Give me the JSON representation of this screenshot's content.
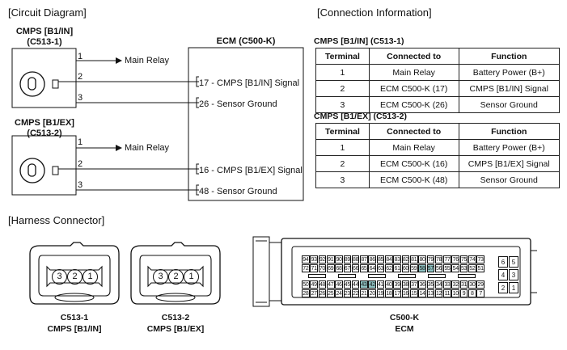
{
  "sections": {
    "circuit_title": "[Circuit Diagram]",
    "connection_title": "[Connection Information]",
    "harness_title": "[Harness Connector]"
  },
  "circuit": {
    "sensor1": {
      "name": "CMPS [B1/IN]",
      "code": "(C513-1)"
    },
    "sensor2": {
      "name": "CMPS [B1/EX]",
      "code": "(C513-2)"
    },
    "ecm_title": "ECM (C500-K)",
    "pin1": "1",
    "pin2": "2",
    "pin3": "3",
    "main_relay": "Main Relay",
    "ecm_in_signal": "17 - CMPS [B1/IN] Signal",
    "ecm_in_ground": "26 - Sensor Ground",
    "ecm_ex_signal": "16 - CMPS [B1/EX] Signal",
    "ecm_ex_ground": "48 - Sensor Ground"
  },
  "connection": {
    "table1_title": "CMPS [B1/IN] (C513-1)",
    "table2_title": "CMPS [B1/EX] (C513-2)",
    "headers": [
      "Terminal",
      "Connected to",
      "Function"
    ],
    "table1_rows": [
      [
        "1",
        "Main Relay",
        "Battery Power (B+)"
      ],
      [
        "2",
        "ECM C500-K (17)",
        "CMPS [B1/IN] Signal"
      ],
      [
        "3",
        "ECM C500-K (26)",
        "Sensor Ground"
      ]
    ],
    "table2_rows": [
      [
        "1",
        "Main Relay",
        "Battery Power (B+)"
      ],
      [
        "2",
        "ECM C500-K (16)",
        "CMPS [B1/EX] Signal"
      ],
      [
        "3",
        "ECM C500-K (48)",
        "Sensor Ground"
      ]
    ]
  },
  "harness": {
    "c513_1": {
      "code": "C513-1",
      "name": "CMPS [B1/IN]",
      "pins": [
        "3",
        "2",
        "1"
      ]
    },
    "c513_2": {
      "code": "C513-2",
      "name": "CMPS [B1/EX]",
      "pins": [
        "3",
        "2",
        "1"
      ]
    },
    "c500": {
      "code": "C500-K",
      "name": "ECM",
      "row1": [
        "94",
        "93",
        "92",
        "91",
        "90",
        "89",
        "88",
        "87",
        "86",
        "85",
        "84",
        "83",
        "82",
        "81",
        "80",
        "79",
        "78",
        "77",
        "76",
        "75",
        "74",
        "73"
      ],
      "row2": [
        "72",
        "71",
        "70",
        "69",
        "68",
        "67",
        "66",
        "65",
        "64",
        "63",
        "62",
        "61",
        "60",
        "59",
        "58",
        "57",
        "56",
        "55",
        "54",
        "53",
        "52",
        "51"
      ],
      "row3": [
        "50",
        "49",
        "48",
        "47",
        "46",
        "45",
        "44",
        "43",
        "42",
        "41",
        "40",
        "39",
        "38",
        "37",
        "36",
        "35",
        "34",
        "33",
        "32",
        "31",
        "30",
        "29"
      ],
      "row4": [
        "28",
        "27",
        "26",
        "25",
        "24",
        "23",
        "22",
        "21",
        "20",
        "19",
        "18",
        "17",
        "16",
        "15",
        "14",
        "13",
        "12",
        "11",
        "10",
        "9",
        "8",
        "7"
      ],
      "side_pins": [
        [
          "6",
          "5"
        ],
        [
          "4",
          "3"
        ],
        [
          "2",
          "1"
        ]
      ],
      "highlighted": [
        "58",
        "57",
        "43",
        "42"
      ],
      "highlight_color": "#8fc3c3"
    }
  }
}
